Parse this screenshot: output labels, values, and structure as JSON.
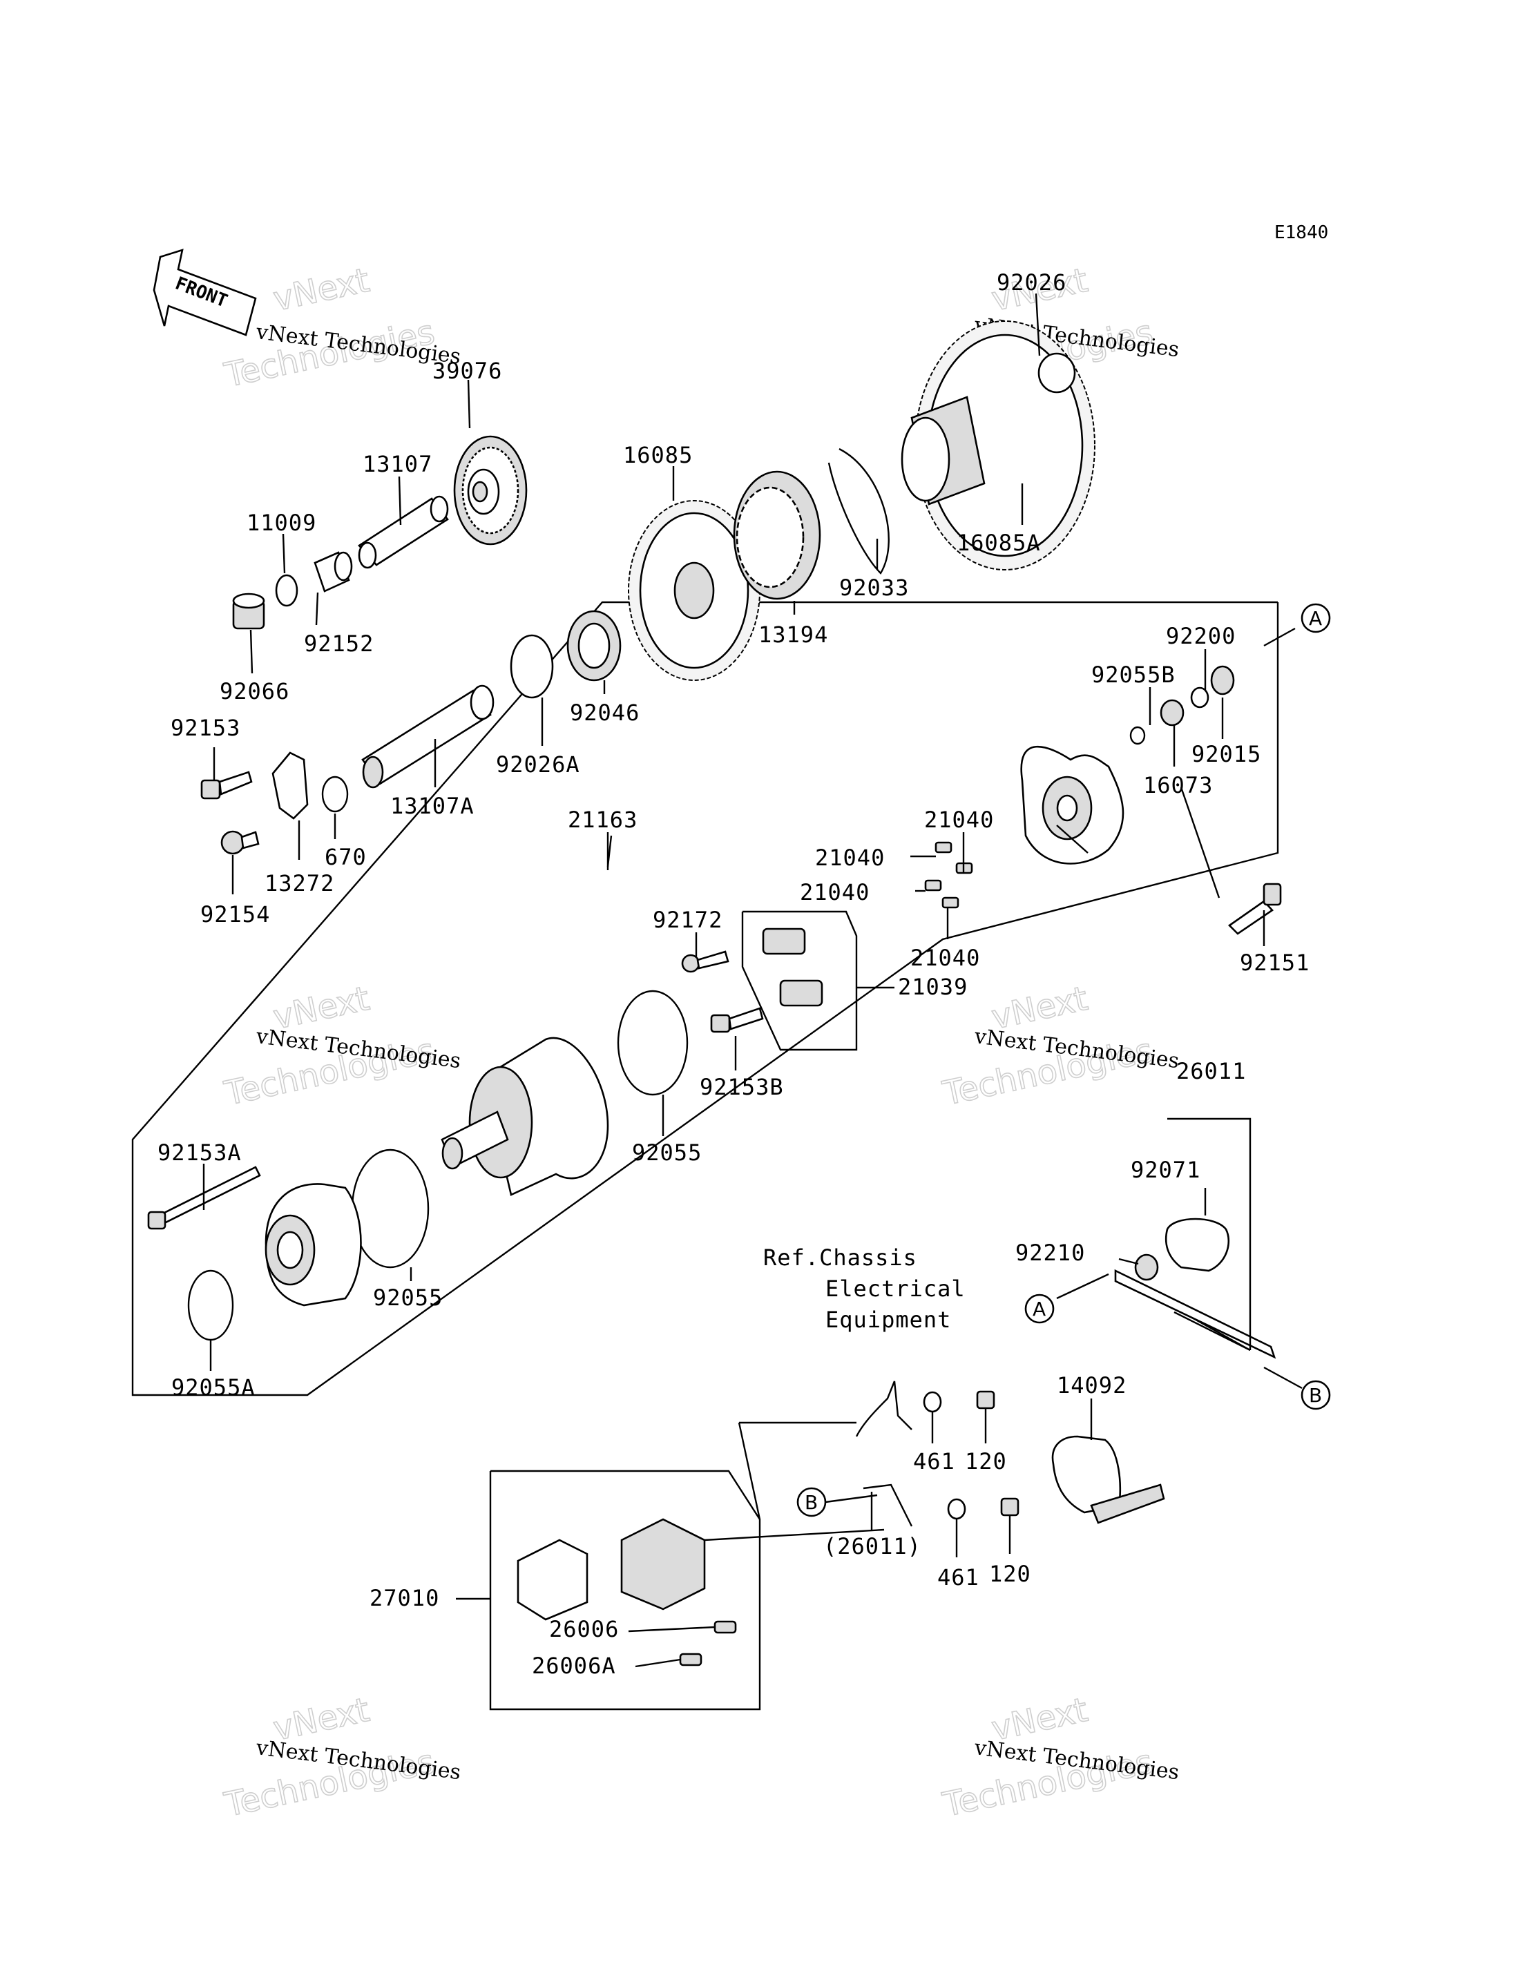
{
  "diagram_code": "E1840",
  "front_arrow_label": "FRONT",
  "watermark": {
    "logo_text": "vNext",
    "company": "vNext Technologies",
    "sub_text": "Technologies"
  },
  "reference": {
    "line1": "Ref.Chassis",
    "line2": "Electrical",
    "line3": "Equipment"
  },
  "connectors": {
    "a": "A",
    "b": "B"
  },
  "parts": {
    "p39076": "39076",
    "p13107": "13107",
    "p11009": "11009",
    "p92152": "92152",
    "p92066": "92066",
    "p92153": "92153",
    "p13272": "13272",
    "p92154": "92154",
    "p670": "670",
    "p13107A": "13107A",
    "p92026A": "92026A",
    "p92046": "92046",
    "p16085": "16085",
    "p13194": "13194",
    "p92033": "92033",
    "p16085A": "16085A",
    "p92026": "92026",
    "p21163": "21163",
    "p92200": "92200",
    "p92055B": "92055B",
    "p92015": "92015",
    "p16073": "16073",
    "p21040a": "21040",
    "p21040b": "21040",
    "p21040c": "21040",
    "p21040d": "21040",
    "p92151": "92151",
    "p92172": "92172",
    "p21039": "21039",
    "p92153B": "92153B",
    "p92055a": "92055",
    "p92055b": "92055",
    "p92153A": "92153A",
    "p92055A": "92055A",
    "p26011": "26011",
    "p92071": "92071",
    "p92210": "92210",
    "p14092": "14092",
    "p461a": "461",
    "p120a": "120",
    "p461b": "461",
    "p120b": "120",
    "p26011p": "(26011)",
    "p27010": "27010",
    "p26006": "26006",
    "p26006A": "26006A"
  }
}
